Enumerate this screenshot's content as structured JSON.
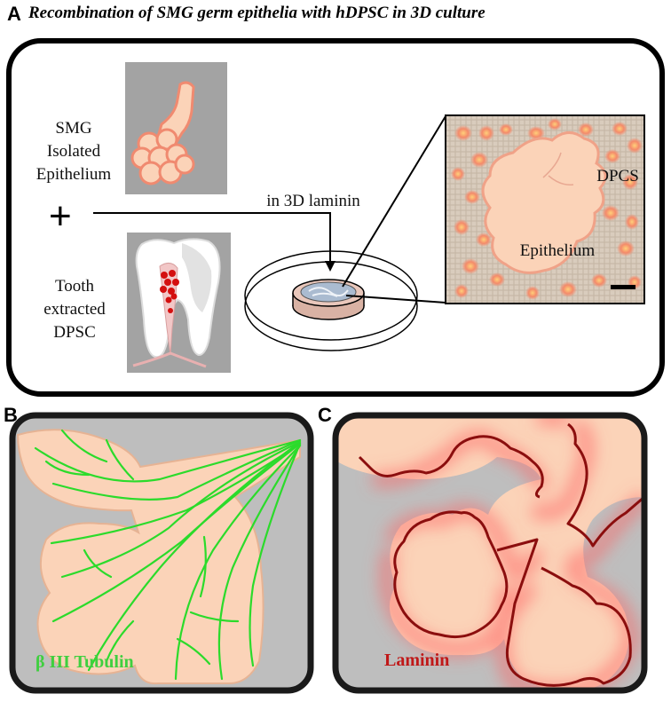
{
  "panelA": {
    "letter": "A",
    "title": "Recombination of SMG germ epithelia with hDPSC in 3D culture",
    "smg_label": [
      "SMG",
      "Isolated",
      "Epithelium"
    ],
    "plus": "+",
    "tooth_label": [
      "Tooth",
      "extracted",
      "DPSC"
    ],
    "laminin_label": "in 3D laminin",
    "inset_dpcs": "DPCS",
    "inset_epithelium": "Epithelium"
  },
  "panelB": {
    "letter": "B",
    "label": "β III Tubulin"
  },
  "panelC": {
    "letter": "C",
    "label": "Laminin"
  },
  "colors": {
    "epithelium_fill": "#fbd3b8",
    "gray_bg": "#bdbdbd",
    "tubulin_green": "#2bdb2b",
    "laminin_red": "#c01818"
  }
}
